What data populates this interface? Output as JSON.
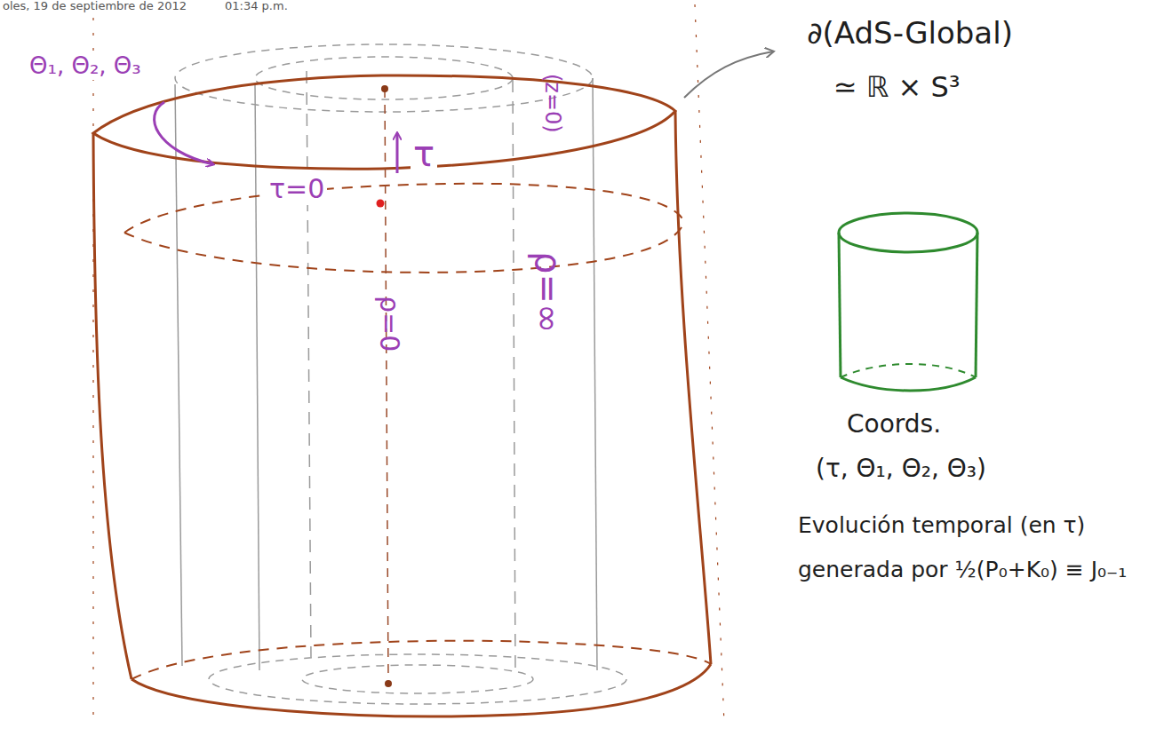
{
  "diagram": {
    "labels": [
      "oles, 19 de septiembre de 2012",
      "01:34 p.m.",
      "Θ₁, Θ₂, Θ₃",
      "τ",
      "τ=0",
      "ρ=0",
      "(z=0)",
      "ρ=∞",
      "∂(AdS-Global)",
      "≃ ℝ × S³",
      "Coords.",
      "(τ, Θ₁, Θ₂, Θ₃)",
      "Evolución temporal (en τ)",
      "generada por ½(P₀+K₀) ≡ J₀₋₁"
    ]
  }
}
